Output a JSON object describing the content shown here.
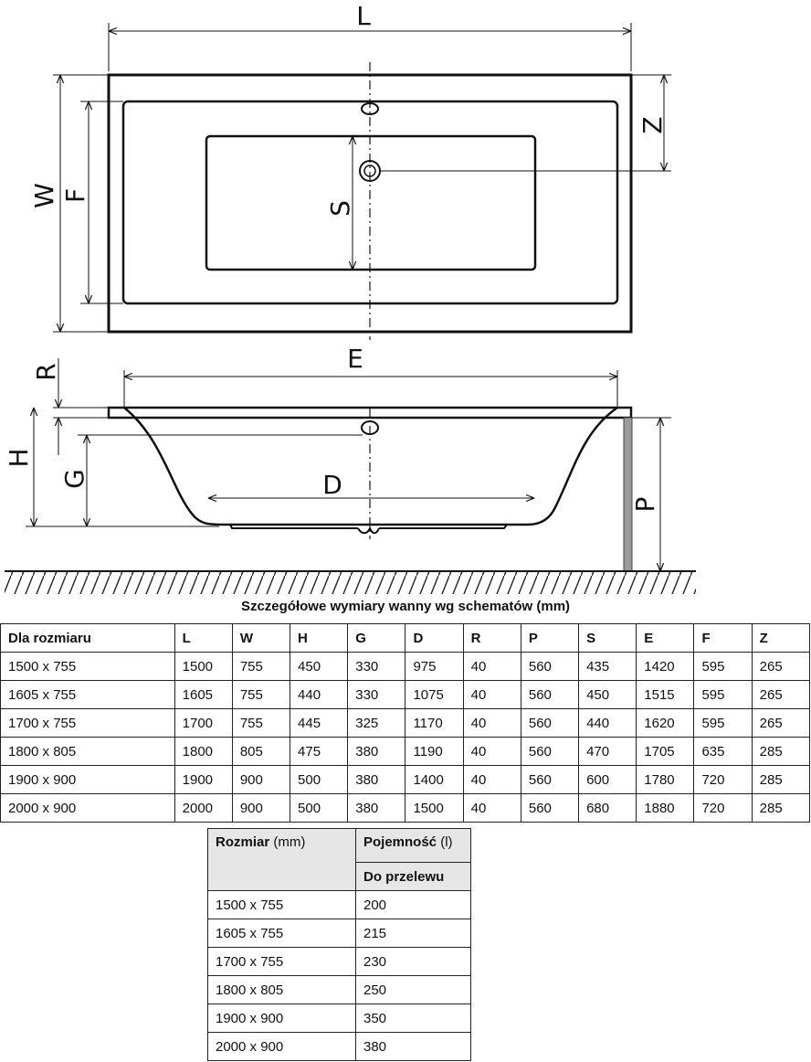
{
  "diagram": {
    "labels": {
      "L": "L",
      "W": "W",
      "F": "F",
      "Z": "Z",
      "S": "S",
      "E": "E",
      "R": "R",
      "H": "H",
      "G": "G",
      "D": "D",
      "P": "P"
    }
  },
  "dimensions_table": {
    "caption": "Szczegółowe wymiary wanny wg schematów (mm)",
    "headers": [
      "Dla rozmiaru",
      "L",
      "W",
      "H",
      "G",
      "D",
      "R",
      "P",
      "S",
      "E",
      "F",
      "Z"
    ],
    "rows": [
      [
        "1500 x 755",
        "1500",
        "755",
        "450",
        "330",
        "975",
        "40",
        "560",
        "435",
        "1420",
        "595",
        "265"
      ],
      [
        "1605 x 755",
        "1605",
        "755",
        "440",
        "330",
        "1075",
        "40",
        "560",
        "450",
        "1515",
        "595",
        "265"
      ],
      [
        "1700 x 755",
        "1700",
        "755",
        "445",
        "325",
        "1170",
        "40",
        "560",
        "440",
        "1620",
        "595",
        "265"
      ],
      [
        "1800 x 805",
        "1800",
        "805",
        "475",
        "380",
        "1190",
        "40",
        "560",
        "470",
        "1705",
        "635",
        "285"
      ],
      [
        "1900 x 900",
        "1900",
        "900",
        "500",
        "380",
        "1400",
        "40",
        "560",
        "600",
        "1780",
        "720",
        "285"
      ],
      [
        "2000 x 900",
        "2000",
        "900",
        "500",
        "380",
        "1500",
        "40",
        "560",
        "680",
        "1880",
        "720",
        "285"
      ]
    ]
  },
  "capacity_table": {
    "size_header": "Rozmiar",
    "size_unit": "(mm)",
    "capacity_header": "Pojemność",
    "capacity_unit": "(l)",
    "sub_header": "Do przelewu",
    "rows": [
      [
        "1500 x 755",
        "200"
      ],
      [
        "1605 x 755",
        "215"
      ],
      [
        "1700 x 755",
        "230"
      ],
      [
        "1800 x 805",
        "250"
      ],
      [
        "1900 x 900",
        "350"
      ],
      [
        "2000 x 900",
        "380"
      ]
    ]
  }
}
